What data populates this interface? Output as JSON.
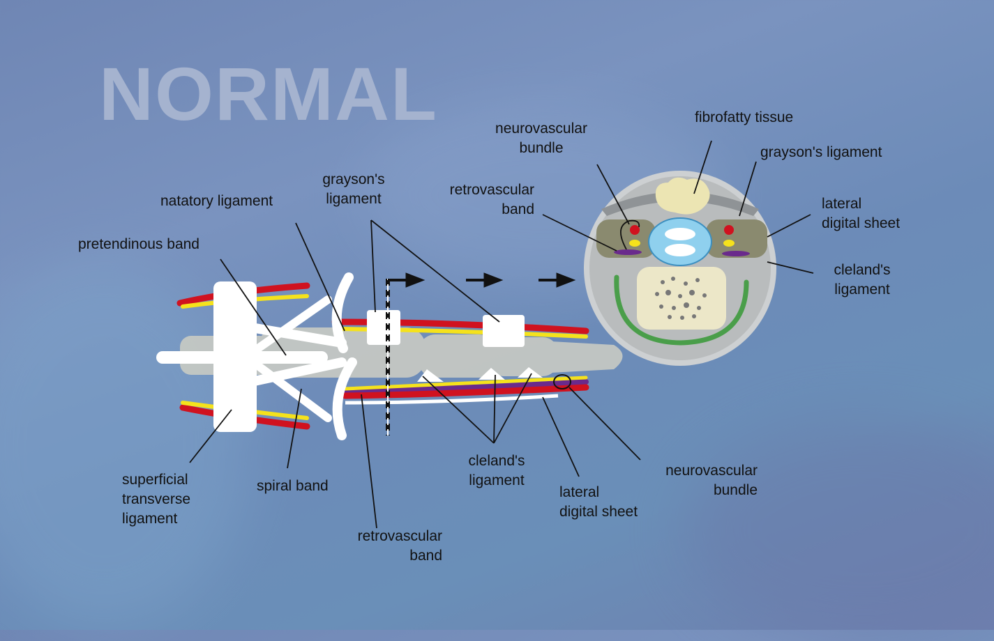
{
  "title": "NORMAL",
  "labels": {
    "natatory_ligament": "natatory ligament",
    "graysons_ligament_long": "grayson's\nligament",
    "retrovascular_band_top": "retrovascular\nband",
    "neurovascular_bundle_top": "neurovascular\nbundle",
    "fibrofatty_tissue": "fibrofatty tissue",
    "graysons_ligament_cross": "grayson's ligament",
    "lateral_digital_sheet_cross": "lateral\ndigital sheet",
    "clelands_ligament_cross": "cleland's\nligament",
    "pretendinous_band": "pretendinous band",
    "superficial_transverse_ligament": "superficial\ntransverse\nligament",
    "spiral_band": "spiral band",
    "retrovascular_band_bottom": "retrovascular\nband",
    "clelands_ligament_long": "cleland's\nligament",
    "lateral_digital_sheet_long": "lateral\ndigital sheet",
    "neurovascular_bundle_bottom": "neurovascular\nbundle"
  },
  "colors": {
    "artery": "#d0121f",
    "nerve": "#f5e21c",
    "vein": "#6a2a8c",
    "ligament": "#ffffff",
    "bone": "#c9cbc4",
    "cleland_arc": "#4a9e4a",
    "fibrofatty": "#ece5b3",
    "tendon_sheath": "#8fd0ee"
  }
}
